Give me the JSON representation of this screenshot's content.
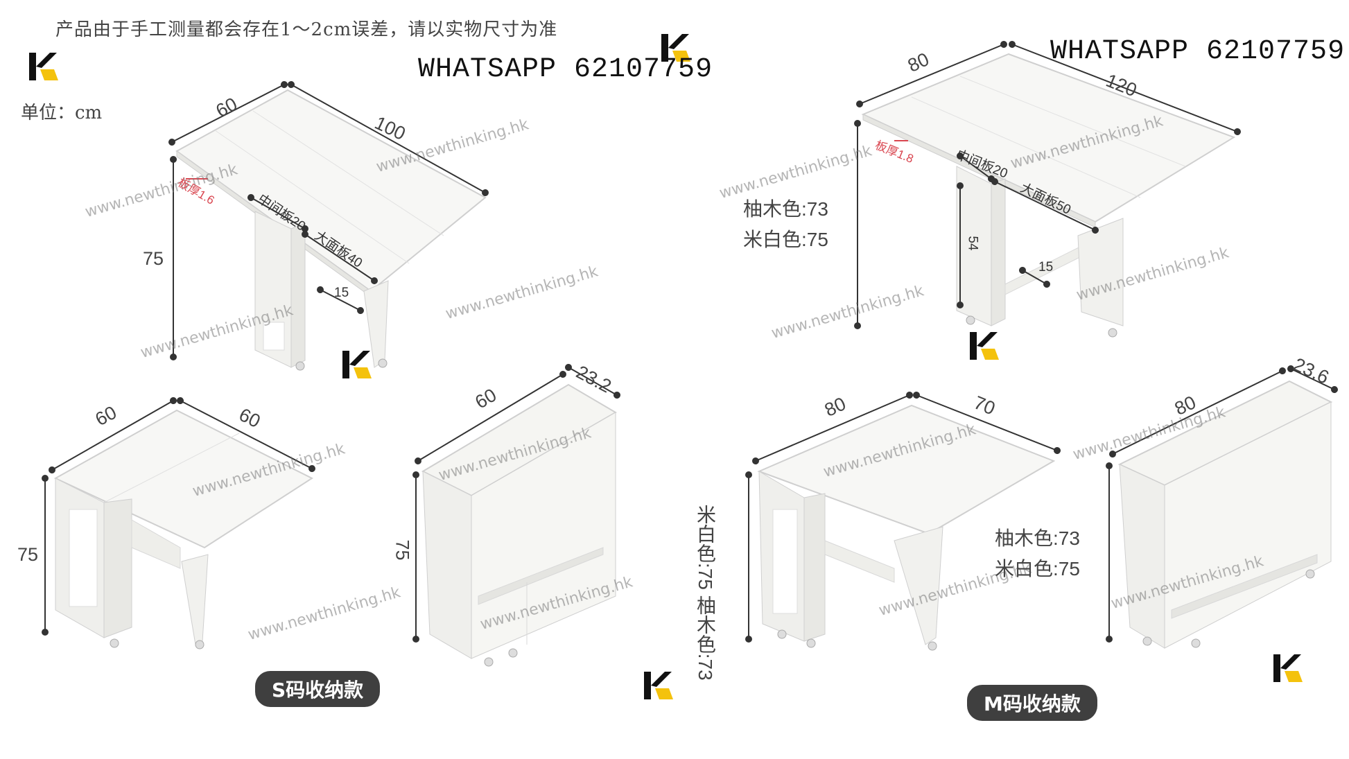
{
  "header": {
    "note": "产品由于手工测量都会存在1～2cm误差，请以实物尺寸为准",
    "unit": "单位：cm"
  },
  "whatsapp": "WHATSAPP 62107759",
  "watermark": "www.newthinking.hk",
  "logo_icon": "k-brand-logo-icon",
  "small": {
    "badge": "S码收纳款",
    "top": {
      "depth": "60",
      "width": "100",
      "height": "75",
      "thickness": "板厚1.6",
      "middle_panel": "中间板20",
      "large_panel": "大面板40",
      "leg_gap": "15"
    },
    "half": {
      "depth": "60",
      "width": "60",
      "height": "75"
    },
    "folded": {
      "width": "60",
      "depth": "23.2",
      "height": "75"
    }
  },
  "medium": {
    "badge": "M码收纳款",
    "top": {
      "depth": "80",
      "width": "120",
      "thickness": "板厚1.8",
      "middle_panel": "中间板20",
      "large_panel": "大面板50",
      "cabinet_height": "54",
      "leg_gap": "15",
      "height_teak": "柚木色:73",
      "height_white": "米白色:75"
    },
    "half": {
      "depth": "80",
      "width": "70",
      "height_teak": "柚木色:73",
      "height_white": "米白色:75"
    },
    "folded": {
      "width": "80",
      "depth": "23.6",
      "height_teak": "柚木色:73",
      "height_white": "米白色:75"
    }
  }
}
